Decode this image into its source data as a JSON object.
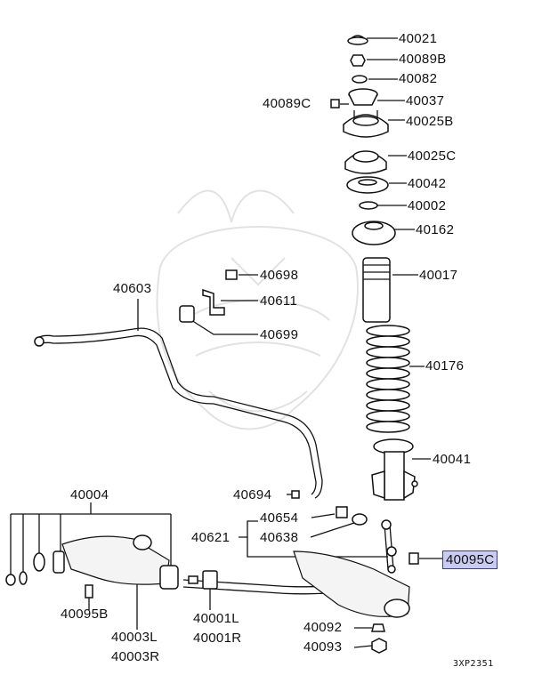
{
  "labels": {
    "p40021": "40021",
    "p40089B": "40089B",
    "p40082": "40082",
    "p40089C": "40089C",
    "p40037": "40037",
    "p40025B": "40025B",
    "p40025C": "40025C",
    "p40042": "40042",
    "p40002": "40002",
    "p40162": "40162",
    "p40017": "40017",
    "p40698": "40698",
    "p40603": "40603",
    "p40611": "40611",
    "p40699": "40699",
    "p40176": "40176",
    "p40041": "40041",
    "p40004": "40004",
    "p40694": "40694",
    "p40654": "40654",
    "p40621": "40621",
    "p40638": "40638",
    "p40095C": "40095C",
    "p40095B": "40095B",
    "p40003L": "40003L",
    "p40003R": "40003R",
    "p40001L": "40001L",
    "p40001R": "40001R",
    "p40092": "40092",
    "p40093": "40093"
  },
  "diagram_code": "3XP2351",
  "highlight_color": "#c9ccf0"
}
